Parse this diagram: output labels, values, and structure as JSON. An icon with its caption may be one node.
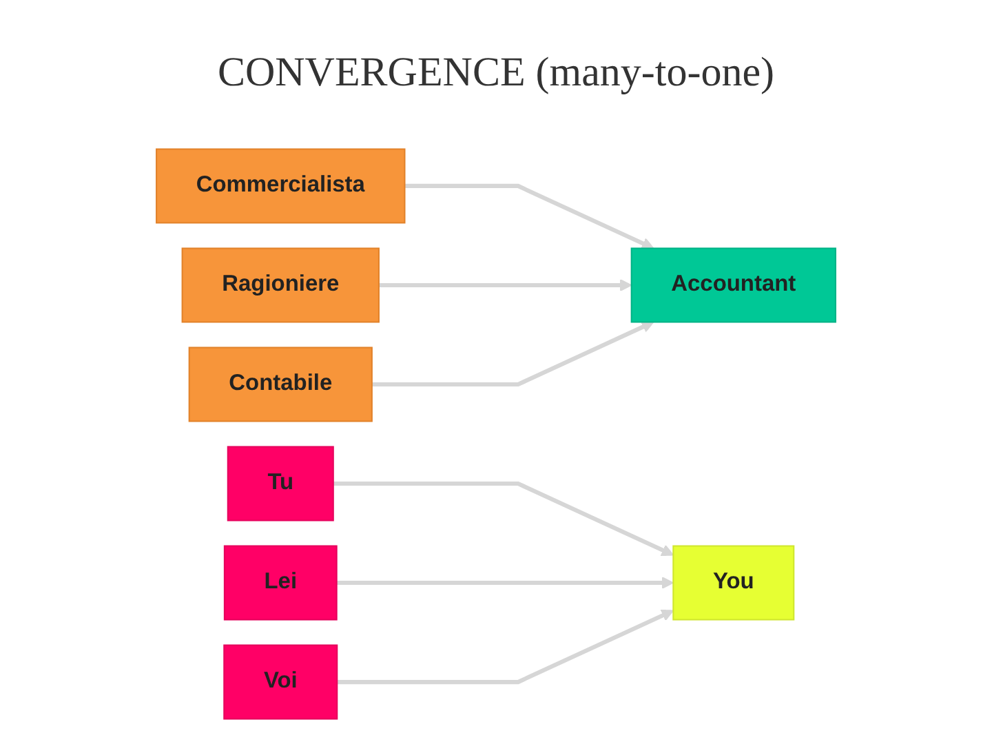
{
  "diagram": {
    "title": "CONVERGENCE (many-to-one)",
    "nodes": [
      {
        "text": [
          "Commercialista"
        ]
      },
      {
        "text": [
          "Ragioniere"
        ]
      },
      {
        "text": [
          "Contabile"
        ]
      },
      {
        "text": [
          "Accountant"
        ]
      },
      {
        "text": [
          "Tu"
        ]
      },
      {
        "text": [
          "Lei"
        ]
      },
      {
        "text": [
          "Voi"
        ]
      },
      {
        "text": [
          "You"
        ]
      }
    ],
    "edges": [
      {
        "from": 0,
        "to": 3,
        "arrow": "to"
      },
      {
        "from": 1,
        "to": 3,
        "arrow": "to"
      },
      {
        "from": 2,
        "to": 3,
        "arrow": "to"
      },
      {
        "from": 4,
        "to": 7,
        "arrow": "to"
      },
      {
        "from": 5,
        "to": 7,
        "arrow": "to"
      },
      {
        "from": 6,
        "to": 7,
        "arrow": "to"
      }
    ]
  }
}
